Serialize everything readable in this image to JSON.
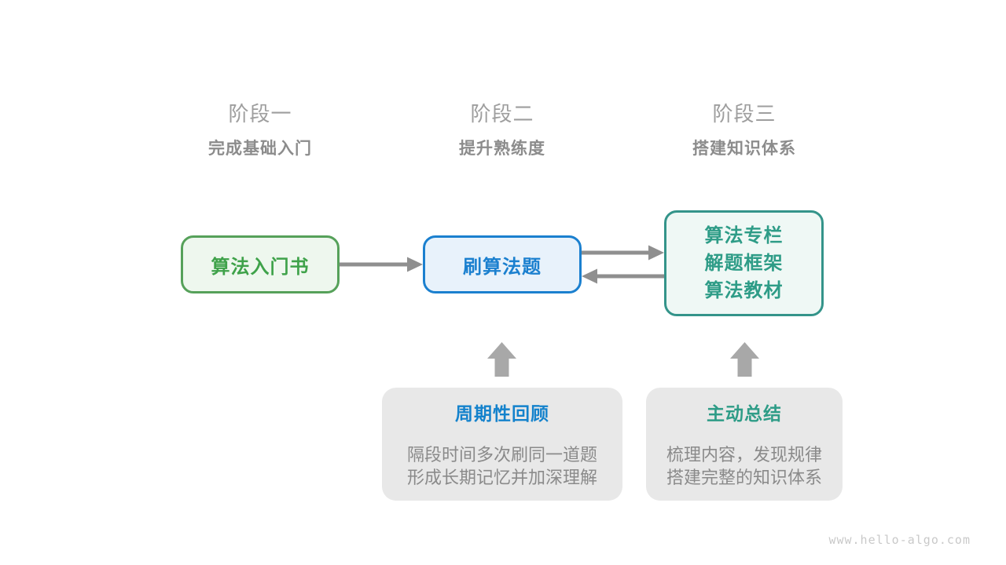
{
  "diagram": {
    "stages": [
      {
        "label": "阶段一",
        "subtitle": "完成基础入门"
      },
      {
        "label": "阶段二",
        "subtitle": "提升熟练度"
      },
      {
        "label": "阶段三",
        "subtitle": "搭建知识体系"
      }
    ],
    "nodes": [
      {
        "id": "intro-book",
        "label": "算法入门书"
      },
      {
        "id": "practice-problems",
        "label": "刷算法题"
      },
      {
        "id": "knowledge-sources",
        "lines": [
          "算法专栏",
          "解题框架",
          "算法教材"
        ]
      }
    ],
    "connections": [
      {
        "from": "intro-book",
        "to": "practice-problems",
        "direction": "right"
      },
      {
        "from": "practice-problems",
        "to": "knowledge-sources",
        "direction": "right"
      },
      {
        "from": "knowledge-sources",
        "to": "practice-problems",
        "direction": "left"
      },
      {
        "from": "note-periodic-review",
        "to": "practice-problems",
        "direction": "up"
      },
      {
        "from": "note-active-summary",
        "to": "knowledge-sources",
        "direction": "up"
      }
    ],
    "notes": [
      {
        "title": "周期性回顾",
        "lines": [
          "隔段时间多次刷同一道题",
          "形成长期记忆并加深理解"
        ]
      },
      {
        "title": "主动总结",
        "lines": [
          "梳理内容，发现规律",
          "搭建完整的知识体系"
        ]
      }
    ],
    "watermark": "www.hello-algo.com",
    "colors": {
      "green_border": "#56a15a",
      "green_bg": "#eef7ee",
      "green_text": "#3fa24a",
      "blue_border": "#1b80cf",
      "blue_bg": "#e8f2fb",
      "blue_text": "#1b80cf",
      "teal_border": "#34948a",
      "teal_bg": "#eff8f5",
      "teal_text": "#2e9c87",
      "stage_label": "#9e9e9e",
      "stage_subtitle": "#8c8c8c",
      "connector_arrow": "#8f8f8f",
      "block_arrow": "#a8a8a8",
      "note_bg": "#e8e8e8",
      "note_title_blue": "#1482cc",
      "note_title_teal": "#2e9c87",
      "note_body": "#8a8a8a",
      "watermark": "#c9c9c9"
    }
  }
}
